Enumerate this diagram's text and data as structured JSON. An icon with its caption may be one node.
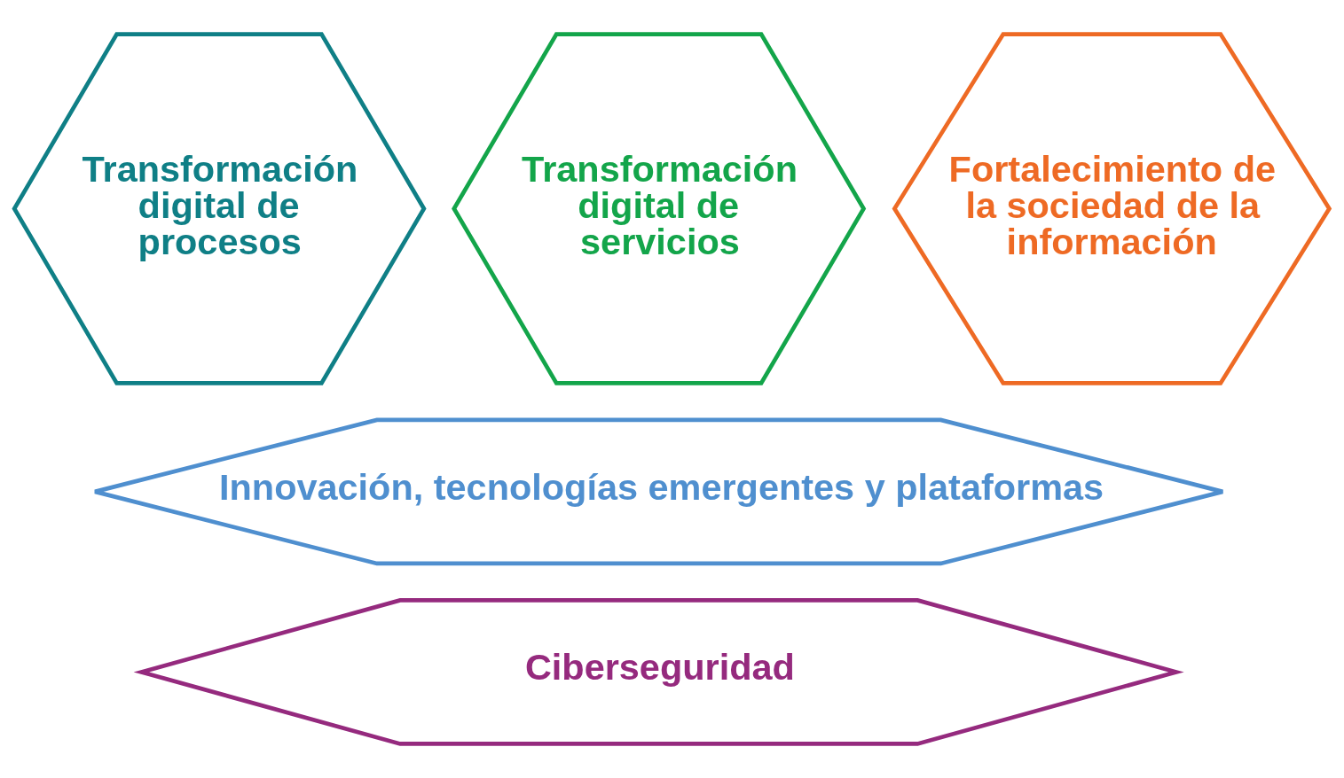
{
  "diagram": {
    "nodes": [
      {
        "text": [
          "Transformación digital de procesos"
        ]
      },
      {
        "text": [
          "Transformación digital de servicios"
        ]
      },
      {
        "text": [
          "Fortalecimiento de la sociedad de la información"
        ]
      },
      {
        "text": [
          "Innovación, tecnologías emergentes y plataformas"
        ]
      },
      {
        "text": [
          "Ciberseguridad"
        ]
      }
    ]
  }
}
